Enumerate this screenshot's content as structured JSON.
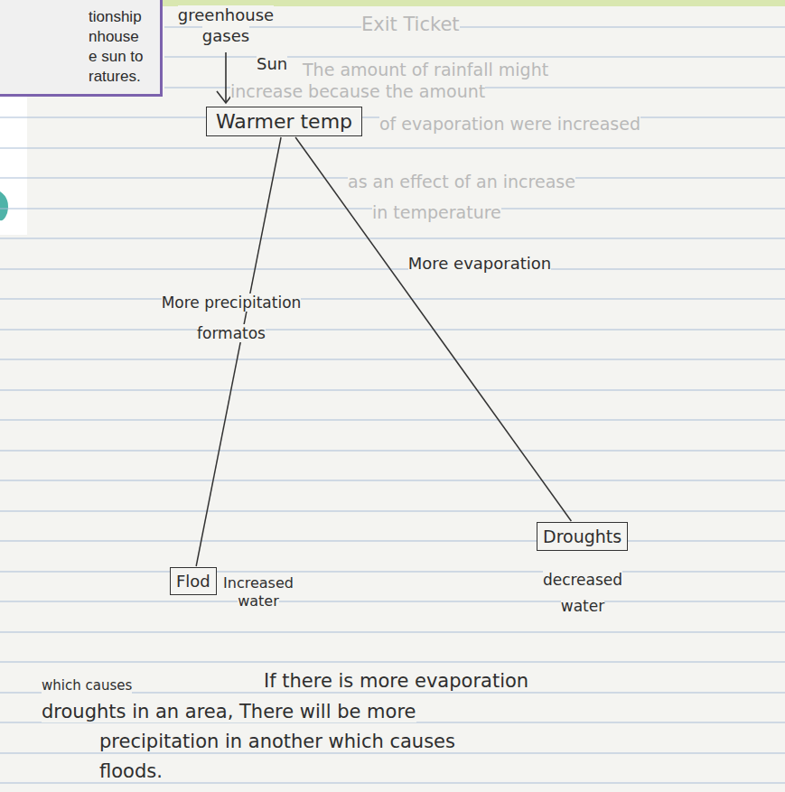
{
  "diagram": {
    "nodes": [
      {
        "text": [
          "tionship nhouse e sun to ratures."
        ]
      },
      {
        "text": [
          "Warmer temp"
        ]
      },
      {
        "text": [
          "Flod"
        ]
      },
      {
        "text": [
          "Droughts"
        ]
      }
    ],
    "edges": [
      {
        "from": 1,
        "to": 2,
        "arrow": "none",
        "label": "More precipitation formatos"
      },
      {
        "from": 1,
        "to": 3,
        "arrow": "none",
        "label": "More evaporation"
      }
    ],
    "labels": [
      "Exit Ticket",
      "The amount of rainfall might",
      "increase because the amount",
      "of evaporation were increased",
      "as an effect of an increase",
      "in temperature",
      "greenhouse gases",
      "Sun",
      "Increased water",
      "decreased water",
      "which causes",
      "If there is more evaporation",
      "droughts in an area, There will be more",
      "precipitation in another which causes",
      "floods."
    ]
  }
}
